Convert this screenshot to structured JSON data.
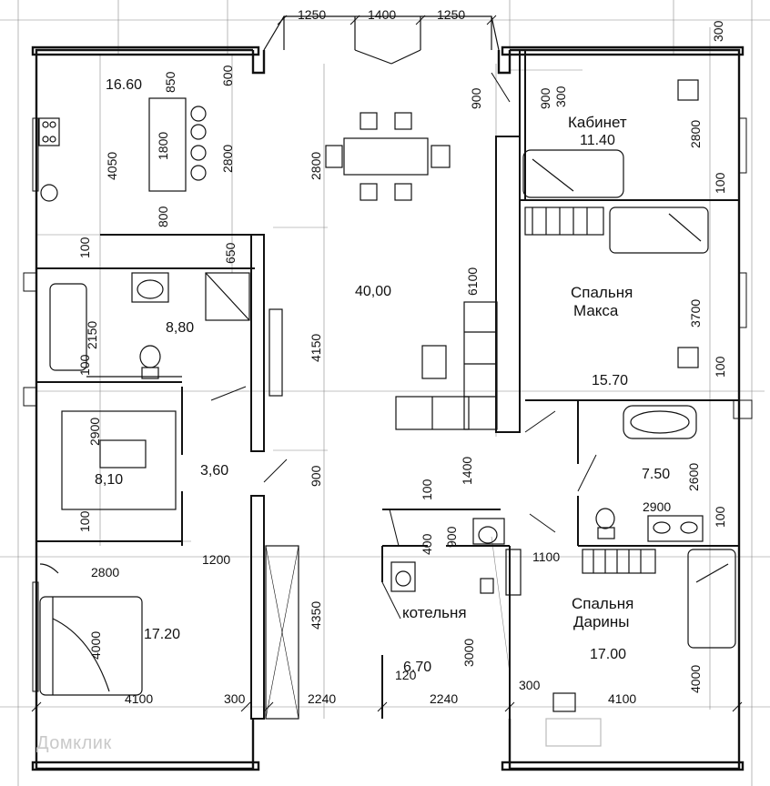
{
  "rooms": {
    "kabinet": "Кабинет",
    "spalnya_maksa_1": "Спальня",
    "spalnya_maksa_2": "Макса",
    "spalnya_dariny_1": "Спальня",
    "spalnya_dariny_2": "Дарины",
    "kotelnya": "котельня"
  },
  "areas": {
    "kitchen": "16.60",
    "kabinet": "11.40",
    "living": "40,00",
    "bath_left": "8,80",
    "maksa": "15.70",
    "dressing": "8,10",
    "hall": "3,60",
    "bath_right": "7.50",
    "bedroom_left": "17.20",
    "dariny": "17.00",
    "kotelnya": "6.70"
  },
  "dims": {
    "top_a": "1250",
    "top_b": "1400",
    "top_c": "1250",
    "top_right": "300",
    "k_850": "850",
    "k_600": "600",
    "k_4050": "4050",
    "k_1800": "1800",
    "k_2800": "2800",
    "k_800": "800",
    "l_2800": "2800",
    "c_900": "900",
    "c_900b": "900",
    "c_300": "300",
    "kab_2800": "2800",
    "r_100a": "100",
    "l_100a": "100",
    "l_650": "650",
    "l_2150": "2150",
    "c_6100": "6100",
    "r_3700": "3700",
    "c_4150": "4150",
    "l_100b": "100",
    "r_100b": "100",
    "l_2900": "2900",
    "c_1400": "1400",
    "c_900c": "900",
    "r_2600": "2600",
    "c_100": "100",
    "r_2900": "2900",
    "l_100c": "100",
    "c_400": "400",
    "c_900d": "900",
    "r_100c": "100",
    "c_1200": "1200",
    "c_1100": "1100",
    "l_2800b": "2800",
    "c_4350": "4350",
    "l_4000": "4000",
    "c_3000": "3000",
    "c_120": "120",
    "c_300b": "300",
    "r_4000": "4000",
    "b_4100a": "4100",
    "b_300a": "300",
    "b_2240a": "2240",
    "b_2240b": "2240",
    "b_4100b": "4100"
  },
  "watermark": "Домклик"
}
